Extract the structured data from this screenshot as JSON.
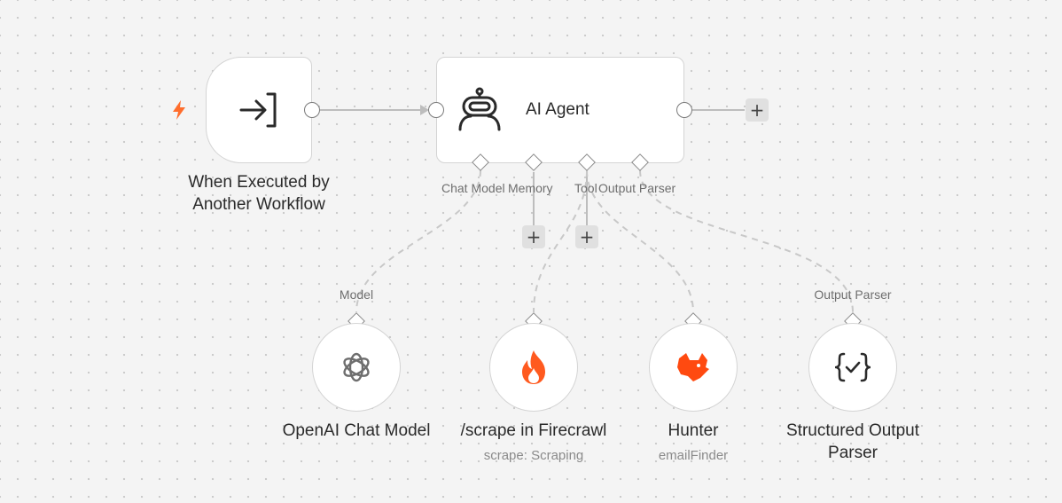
{
  "trigger": {
    "icon": "execute-workflow-trigger-icon",
    "label_line1": "When Executed by",
    "label_line2": "Another Workflow",
    "bolt_icon": "lightning-bolt-icon"
  },
  "agent": {
    "icon": "robot-icon",
    "title": "AI Agent",
    "ports": [
      {
        "label": "Chat Model"
      },
      {
        "label": "Memory"
      },
      {
        "label": "Tool"
      },
      {
        "label": "Output Parser"
      }
    ],
    "add_label": "+"
  },
  "sub_nodes": [
    {
      "input_label": "Model",
      "icon": "openai-icon",
      "label": "OpenAI Chat Model",
      "sublabel": ""
    },
    {
      "input_label": "",
      "icon": "firecrawl-flame-icon",
      "label": "/scrape in Firecrawl",
      "sublabel": "scrape: Scraping"
    },
    {
      "input_label": "",
      "icon": "hunter-fox-icon",
      "label": "Hunter",
      "sublabel": "emailFinder"
    },
    {
      "input_label": "Output Parser",
      "icon": "structured-output-braces-icon",
      "label_line1": "Structured Output",
      "label_line2": "Parser",
      "sublabel": ""
    }
  ],
  "colors": {
    "accent": "#ff6d2c",
    "wire": "#bdbdbd",
    "dashed_wire": "#c8c8c8"
  }
}
